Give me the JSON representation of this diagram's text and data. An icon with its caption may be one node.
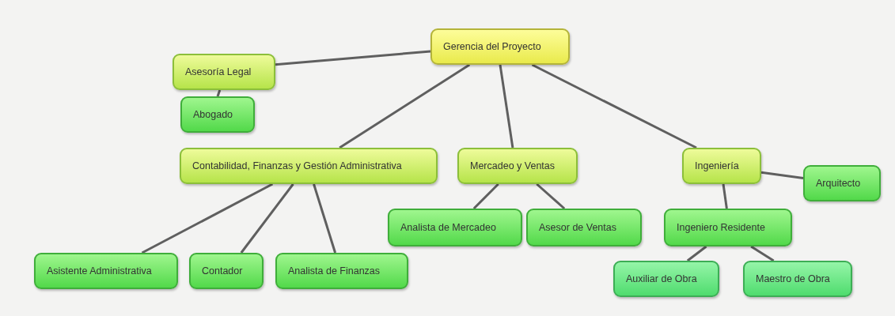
{
  "diagram": {
    "nodes": [
      {
        "text": [
          "Gerencia del Proyecto"
        ]
      },
      {
        "text": [
          "Asesoría Legal"
        ]
      },
      {
        "text": [
          "Abogado"
        ]
      },
      {
        "text": [
          "Contabilidad, Finanzas y Gestión Administrativa"
        ]
      },
      {
        "text": [
          "Mercadeo y Ventas"
        ]
      },
      {
        "text": [
          "Ingeniería"
        ]
      },
      {
        "text": [
          "Arquitecto"
        ]
      },
      {
        "text": [
          "Analista de Mercadeo"
        ]
      },
      {
        "text": [
          "Asesor de Ventas"
        ]
      },
      {
        "text": [
          "Ingeniero Residente"
        ]
      },
      {
        "text": [
          "Asistente Administrativa"
        ]
      },
      {
        "text": [
          "Contador"
        ]
      },
      {
        "text": [
          "Analista de Finanzas"
        ]
      },
      {
        "text": [
          "Auxiliar de Obra"
        ]
      },
      {
        "text": [
          "Maestro de Obra"
        ]
      }
    ],
    "edges": [
      {
        "from": 0,
        "to": 1,
        "arrow": "none"
      },
      {
        "from": 1,
        "to": 2,
        "arrow": "none"
      },
      {
        "from": 0,
        "to": 3,
        "arrow": "none"
      },
      {
        "from": 0,
        "to": 4,
        "arrow": "none"
      },
      {
        "from": 0,
        "to": 5,
        "arrow": "none"
      },
      {
        "from": 3,
        "to": 10,
        "arrow": "none"
      },
      {
        "from": 3,
        "to": 11,
        "arrow": "none"
      },
      {
        "from": 3,
        "to": 12,
        "arrow": "none"
      },
      {
        "from": 4,
        "to": 7,
        "arrow": "none"
      },
      {
        "from": 4,
        "to": 8,
        "arrow": "none"
      },
      {
        "from": 5,
        "to": 6,
        "arrow": "none"
      },
      {
        "from": 5,
        "to": 9,
        "arrow": "none"
      },
      {
        "from": 9,
        "to": 13,
        "arrow": "none"
      },
      {
        "from": 9,
        "to": 14,
        "arrow": "none"
      }
    ]
  }
}
